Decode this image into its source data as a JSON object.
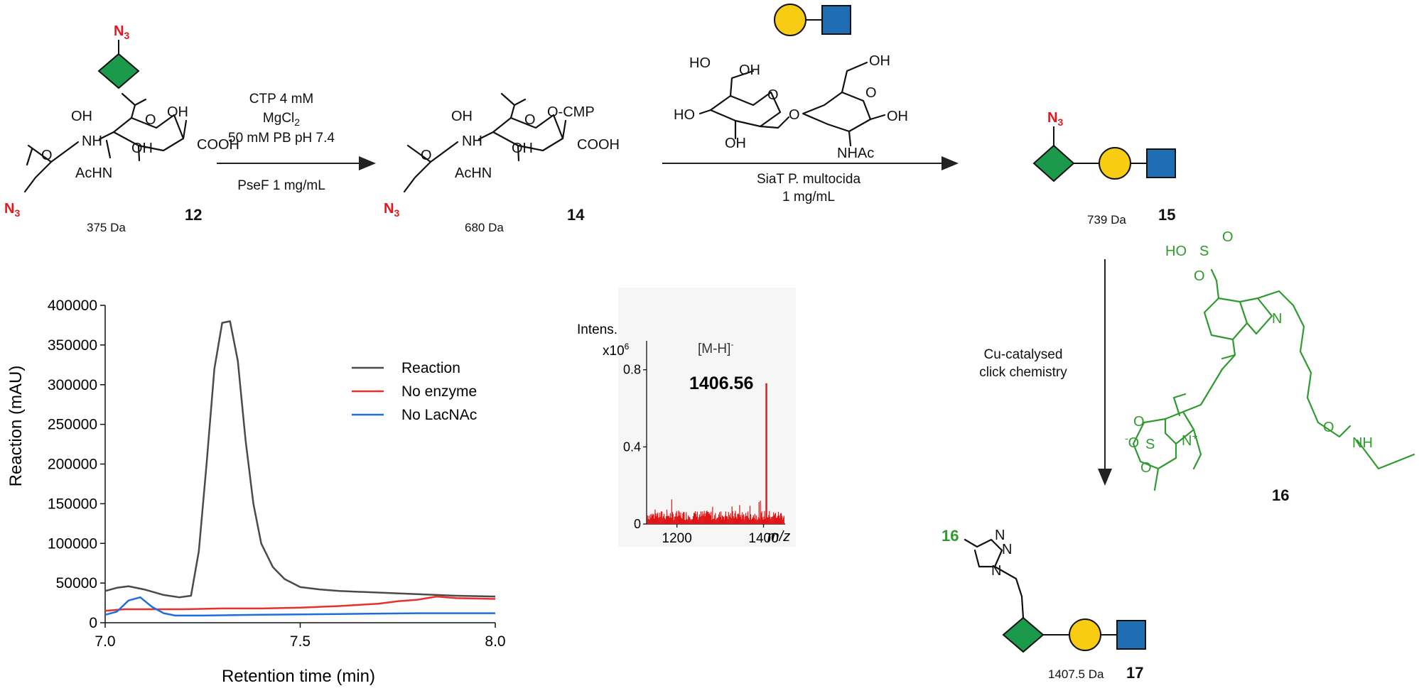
{
  "compounds": {
    "c12": {
      "number": "12",
      "mass": "375 Da"
    },
    "c14": {
      "number": "14",
      "mass": "680 Da"
    },
    "c15": {
      "number": "15",
      "mass": "739 Da"
    },
    "c16": {
      "number": "16"
    },
    "c17": {
      "number": "17",
      "mass": "1407.5 Da",
      "substituent": "16"
    }
  },
  "step1": {
    "lines": [
      "CTP 4 mM",
      "MgCl",
      "50 mM PB pH 7.4",
      "PseF 1 mg/mL"
    ],
    "subscript": "2"
  },
  "step2": {
    "lines": [
      "SiaT P. multocida",
      "1 mg/mL"
    ]
  },
  "step3": {
    "lines": [
      "Cu-catalysed",
      "click chemistry"
    ]
  },
  "atoms": {
    "azide": "N",
    "azide_sub": "3",
    "oh": "OH",
    "ho": "HO",
    "nh": "NH",
    "achn": "AcHN",
    "cooh": "COOH",
    "ocmp": "O-CMP",
    "o": "O",
    "nhac": "NHAc",
    "n": "N",
    "s": "S",
    "nplus": "N",
    "plus": "+",
    "minus": "-"
  },
  "glycans": {
    "colors": {
      "sialic": "#1a9a4a",
      "galactose": "#f7cc12",
      "glcnac": "#1f6eb4"
    }
  },
  "chart_data": [
    {
      "type": "line",
      "xlabel": "Retention time (min)",
      "ylabel": "Reaction (mAU)",
      "xlim": [
        7.0,
        8.0
      ],
      "ylim": [
        0,
        400000
      ],
      "xticks": [
        "7.0",
        "7.5",
        "8.0"
      ],
      "yticks": [
        "0",
        "50000",
        "100000",
        "150000",
        "200000",
        "250000",
        "300000",
        "350000",
        "400000"
      ],
      "legend_position": "top-right",
      "series": [
        {
          "name": "Reaction",
          "color": "#4a4a4a",
          "x": [
            7.0,
            7.03,
            7.06,
            7.1,
            7.15,
            7.19,
            7.22,
            7.24,
            7.26,
            7.28,
            7.3,
            7.32,
            7.34,
            7.36,
            7.38,
            7.4,
            7.43,
            7.46,
            7.5,
            7.55,
            7.6,
            7.7,
            7.8,
            7.9,
            8.0
          ],
          "y": [
            40000,
            44000,
            46000,
            42000,
            35000,
            32000,
            34000,
            90000,
            200000,
            320000,
            378000,
            380000,
            330000,
            230000,
            150000,
            100000,
            70000,
            55000,
            45000,
            42000,
            40000,
            38000,
            36000,
            34000,
            33000
          ]
        },
        {
          "name": "No enzyme",
          "color": "#e8302c",
          "x": [
            7.0,
            7.05,
            7.1,
            7.2,
            7.3,
            7.4,
            7.5,
            7.6,
            7.7,
            7.75,
            7.8,
            7.85,
            7.9,
            8.0
          ],
          "y": [
            15000,
            17000,
            17000,
            17000,
            18000,
            18000,
            19000,
            21000,
            24000,
            27000,
            29000,
            33000,
            31000,
            30000
          ]
        },
        {
          "name": "No LacNAc",
          "color": "#1e6fdc",
          "x": [
            7.0,
            7.03,
            7.06,
            7.09,
            7.12,
            7.15,
            7.18,
            7.25,
            7.4,
            7.6,
            7.8,
            8.0
          ],
          "y": [
            10000,
            14000,
            28000,
            32000,
            20000,
            12000,
            9000,
            9000,
            10000,
            11000,
            12000,
            12000
          ]
        }
      ]
    },
    {
      "type": "bar",
      "ylabel": "Intens.",
      "ylabel_scale": "x10",
      "ylabel_scale_exp": "6",
      "xlabel": "m/z",
      "xlim": [
        1130,
        1450
      ],
      "ylim": [
        0,
        0.95
      ],
      "xticks": [
        "1200",
        "1400"
      ],
      "yticks": [
        "0",
        "0.4",
        "0.8"
      ],
      "annotation": "[M-H]",
      "annotation_sup": "-",
      "peak_label": "1406.56",
      "peak": {
        "x": 1406.56,
        "y": 0.73
      },
      "color": "#e01515"
    }
  ]
}
